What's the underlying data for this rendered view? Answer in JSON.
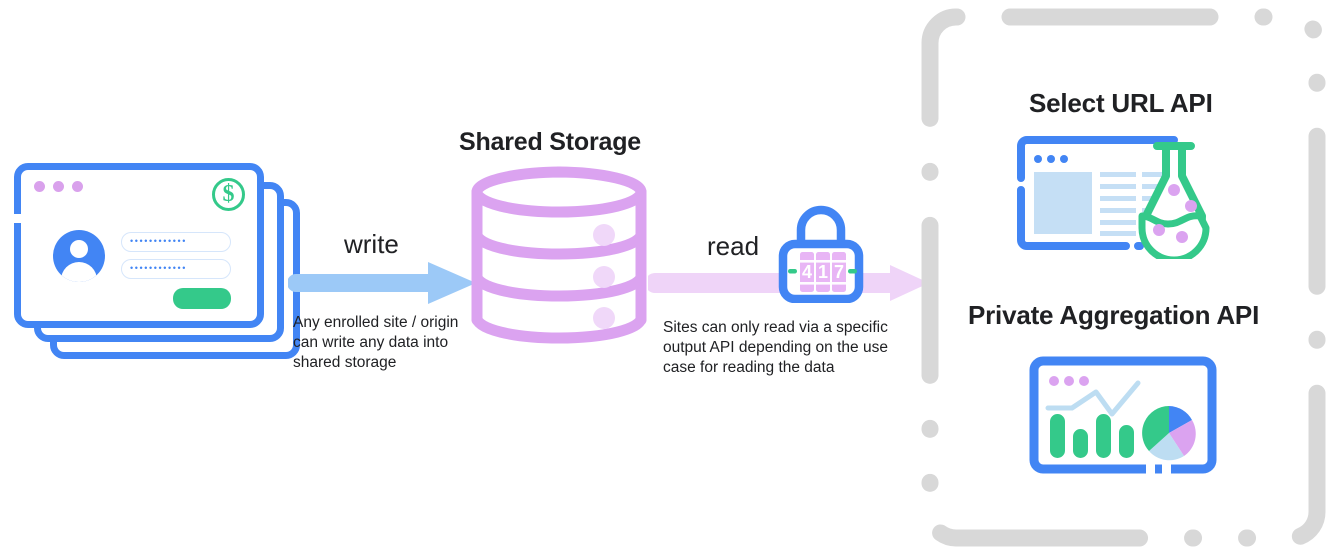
{
  "diagram": {
    "title": "Shared Storage data flow",
    "colors": {
      "blue": "#4285F4",
      "light_blue_arrow": "#9CC9F7",
      "purple": "#DBA3F0",
      "light_purple_arrow": "#EFD4F8",
      "green": "#34C98A",
      "gray_dash": "#D8D8D8",
      "text": "#202124",
      "pale_blue": "#C5DFF5"
    }
  },
  "source": {
    "name": "enrolled-site-browser-windows",
    "window_dots": [
      "dot",
      "dot",
      "dot"
    ],
    "badge_icon": "dollar-sign-icon",
    "badge_symbol": "$",
    "avatar_icon": "user-avatar-icon",
    "fields": [
      {
        "name": "username-field",
        "value": "••••••••••••"
      },
      {
        "name": "password-field",
        "value": "••••••••••••"
      }
    ],
    "submit_label": ""
  },
  "write_flow": {
    "label": "write",
    "caption": "Any enrolled site / origin can write any data into shared storage",
    "arrow_icon": "arrow-right-icon"
  },
  "storage": {
    "title": "Shared Storage",
    "icon": "database-cylinder-icon",
    "tiers": 3
  },
  "read_flow": {
    "label": "read",
    "caption": "Sites can only read via a specific output API depending on the use case for reading the data",
    "arrow_icon": "arrow-right-icon",
    "lock_icon": "combination-lock-icon",
    "lock_digits": [
      "4",
      "1",
      "7"
    ]
  },
  "output_apis": {
    "panel_border": "dashed",
    "items": [
      {
        "title": "Select URL API",
        "icon": "browser-window-flask-icon",
        "flask_bubbles": 4,
        "window_dots": [
          "dot",
          "dot",
          "dot"
        ]
      },
      {
        "title": "Private Aggregation API",
        "icon": "browser-window-charts-icon",
        "window_dots": [
          "dot",
          "dot",
          "dot"
        ],
        "chart_bars": [
          1.0,
          0.62,
          1.0,
          0.72
        ],
        "pie_slices": [
          {
            "label": "green",
            "fraction": 0.47,
            "color": "#34C98A"
          },
          {
            "label": "blue",
            "fraction": 0.15,
            "color": "#4285F4"
          },
          {
            "label": "purple",
            "fraction": 0.16,
            "color": "#DBA3F0"
          },
          {
            "label": "light-blue",
            "fraction": 0.22,
            "color": "#BDDDF2"
          }
        ]
      }
    ]
  }
}
